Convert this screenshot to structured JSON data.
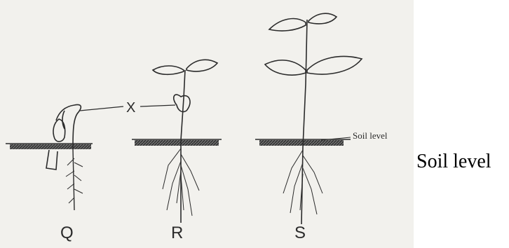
{
  "labels": {
    "x_label": "X",
    "soil_level_inner": "Soil level",
    "soil_level_outer": "Soil level",
    "stage_q": "Q",
    "stage_r": "R",
    "stage_s": "S"
  },
  "colors": {
    "ink": "#2b2b2b",
    "paper": "#f2f1ed",
    "background": "#ffffff"
  }
}
